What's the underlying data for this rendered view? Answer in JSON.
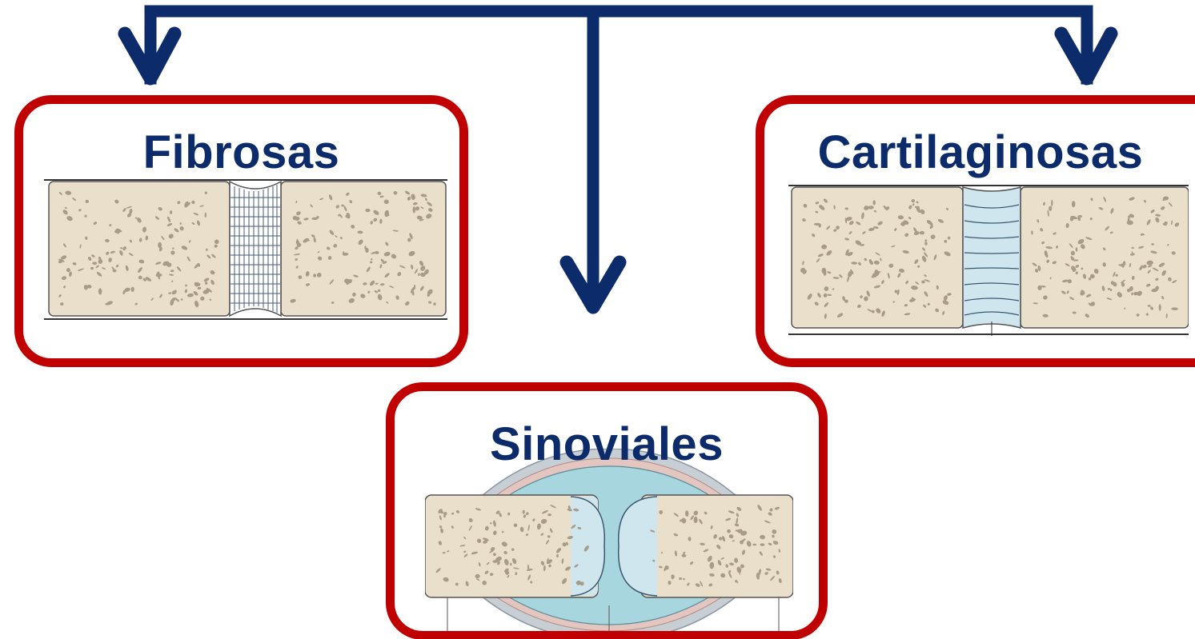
{
  "diagram": {
    "categories": [
      {
        "id": "fibrosas",
        "label": "Fibrosas",
        "illustration": "fibrous-joint"
      },
      {
        "id": "cartilaginosas",
        "label": "Cartilaginosas",
        "illustration": "cartilaginous-joint"
      },
      {
        "id": "sinoviales",
        "label": "Sinoviales",
        "illustration": "synovial-joint"
      }
    ],
    "colors": {
      "arrow": "#0c2b6b",
      "box_border": "#c00000",
      "title_text": "#0c2b6b",
      "bone": "#e9dfcb",
      "bone_pore": "#a89c88",
      "cartilage": "#cfe6ee",
      "synovial_fluid": "#a8d6df"
    }
  }
}
